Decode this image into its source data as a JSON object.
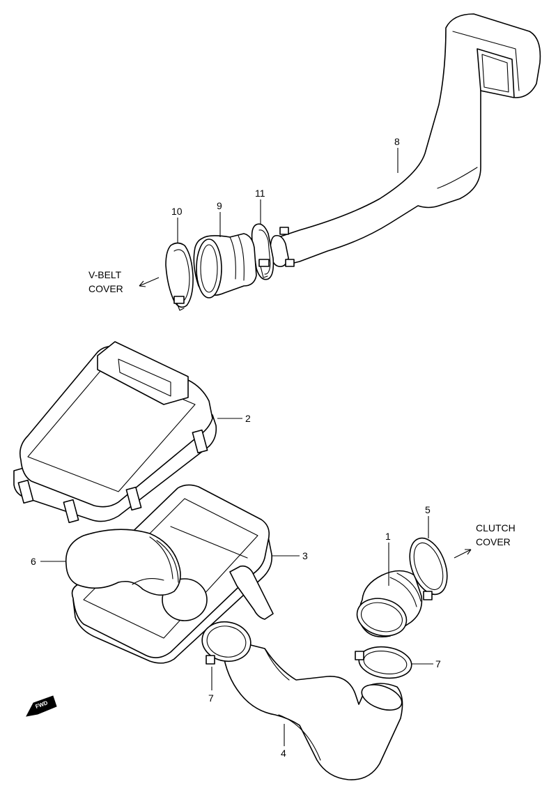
{
  "callouts": [
    {
      "id": "c1",
      "text": "1"
    },
    {
      "id": "c2",
      "text": "2"
    },
    {
      "id": "c3",
      "text": "3"
    },
    {
      "id": "c4",
      "text": "4"
    },
    {
      "id": "c5",
      "text": "5"
    },
    {
      "id": "c6",
      "text": "6"
    },
    {
      "id": "c7a",
      "text": "7"
    },
    {
      "id": "c7b",
      "text": "7"
    },
    {
      "id": "c8",
      "text": "8"
    },
    {
      "id": "c9",
      "text": "9"
    },
    {
      "id": "c10",
      "text": "10"
    },
    {
      "id": "c11",
      "text": "11"
    }
  ],
  "notes": {
    "vbelt_line1": "V-BELT",
    "vbelt_line2": "COVER",
    "clutch_line1": "CLUTCH",
    "clutch_line2": "COVER"
  },
  "fwd_label": "FWD"
}
